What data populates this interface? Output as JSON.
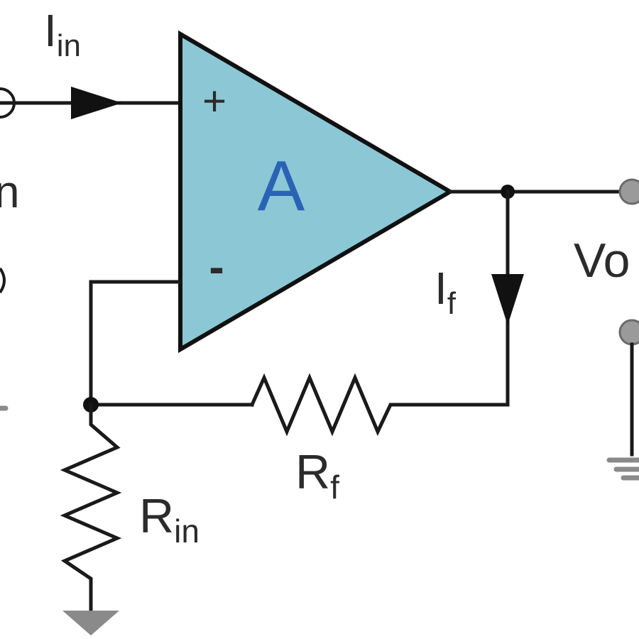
{
  "colors": {
    "amp_fill": "#8cc7d6",
    "amp_stroke": "#111111",
    "amp_text": "#2a63b5",
    "wire": "#1a1a1a",
    "ground": "#8a8a8a"
  },
  "amplifier": {
    "gain_label": "A",
    "plus_sign": "+",
    "minus_sign": "-"
  },
  "labels": {
    "i_in": {
      "main": "I",
      "sub": "in"
    },
    "i_f": {
      "main": "I",
      "sub": "f"
    },
    "r_f": {
      "main": "R",
      "sub": "f"
    },
    "r_in": {
      "main": "R",
      "sub": "in"
    },
    "v_out_partial": "Vo",
    "left_partial": "n"
  },
  "icons": [
    "arrow-right-icon",
    "arrow-down-icon",
    "resistor-icon",
    "ground-icon",
    "terminal-icon"
  ]
}
